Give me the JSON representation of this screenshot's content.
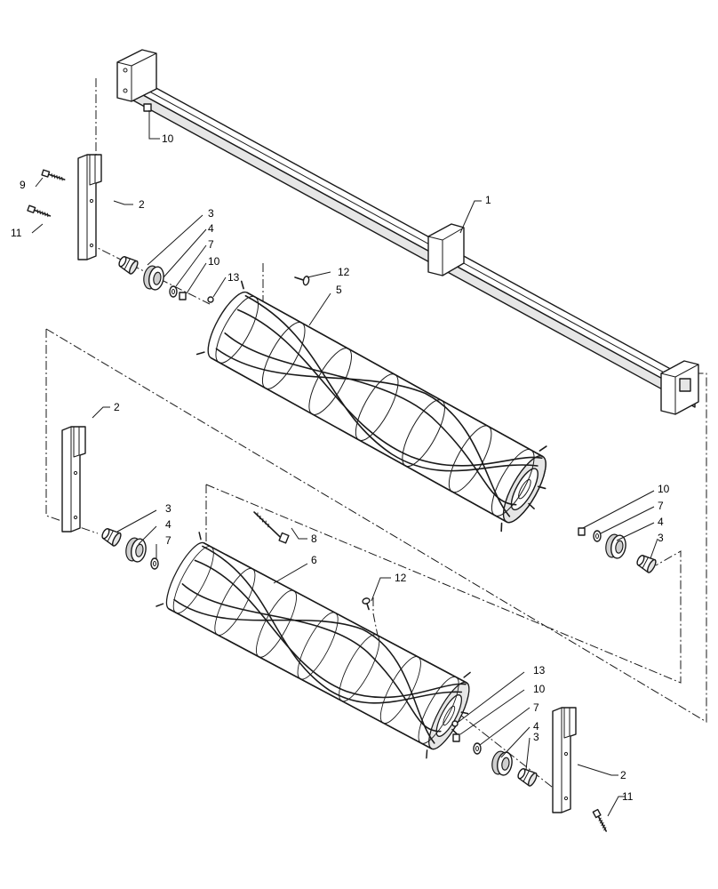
{
  "diagram": {
    "callouts": [
      {
        "id": "c1",
        "label": "1"
      },
      {
        "id": "c2a",
        "label": "2"
      },
      {
        "id": "c2b",
        "label": "2"
      },
      {
        "id": "c2c",
        "label": "2"
      },
      {
        "id": "c3a",
        "label": "3"
      },
      {
        "id": "c3b",
        "label": "3"
      },
      {
        "id": "c3c",
        "label": "3"
      },
      {
        "id": "c3d",
        "label": "3"
      },
      {
        "id": "c4a",
        "label": "4"
      },
      {
        "id": "c4b",
        "label": "4"
      },
      {
        "id": "c4c",
        "label": "4"
      },
      {
        "id": "c4d",
        "label": "4"
      },
      {
        "id": "c5",
        "label": "5"
      },
      {
        "id": "c6",
        "label": "6"
      },
      {
        "id": "c7a",
        "label": "7"
      },
      {
        "id": "c7b",
        "label": "7"
      },
      {
        "id": "c7c",
        "label": "7"
      },
      {
        "id": "c7d",
        "label": "7"
      },
      {
        "id": "c8",
        "label": "8"
      },
      {
        "id": "c9",
        "label": "9"
      },
      {
        "id": "c10a",
        "label": "10"
      },
      {
        "id": "c10b",
        "label": "10"
      },
      {
        "id": "c10c",
        "label": "10"
      },
      {
        "id": "c10d",
        "label": "10"
      },
      {
        "id": "c11a",
        "label": "11"
      },
      {
        "id": "c11b",
        "label": "11"
      },
      {
        "id": "c12a",
        "label": "12"
      },
      {
        "id": "c12b",
        "label": "12"
      },
      {
        "id": "c13a",
        "label": "13"
      },
      {
        "id": "c13b",
        "label": "13"
      }
    ]
  }
}
